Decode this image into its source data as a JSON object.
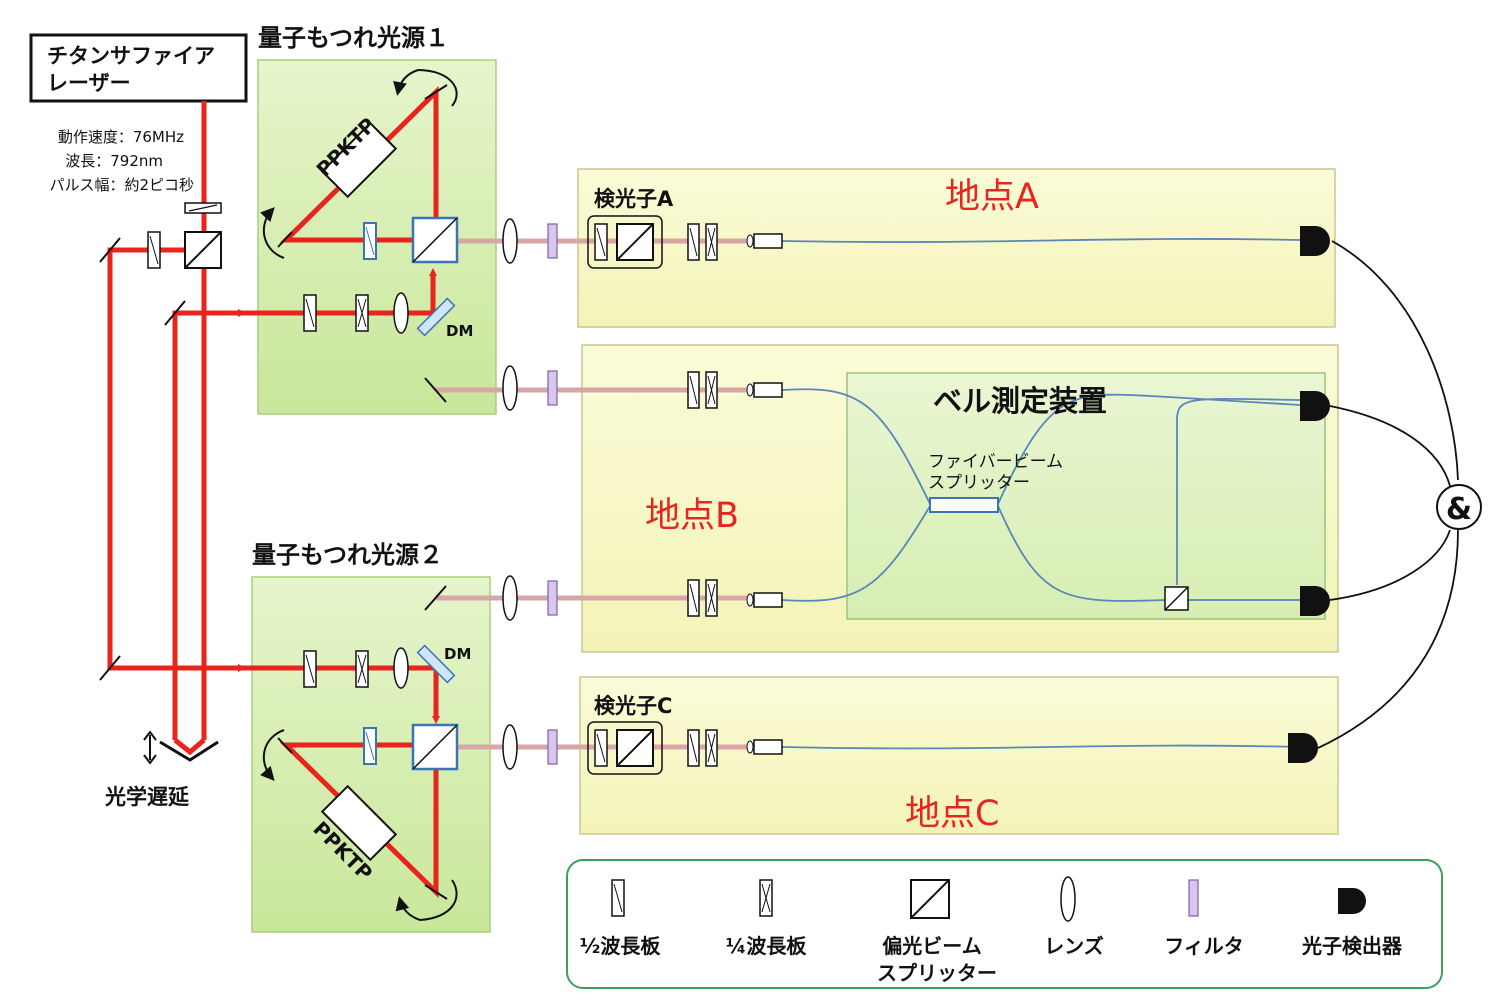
{
  "laser": {
    "name_line1": "チタンサファイア",
    "name_line2": "レーザー"
  },
  "laser_specs": [
    "動作速度：76MHz",
    "波長：792nm",
    "パルス幅：約2ピコ秒"
  ],
  "sources": {
    "source1": "量子もつれ光源１",
    "source2": "量子もつれ光源２"
  },
  "crystal_label": "PPKTP",
  "dm_label": "DM",
  "delay_label": "光学遅延",
  "analyzers": {
    "a": "検光子A",
    "c": "検光子C"
  },
  "locations": {
    "a": "地点A",
    "b": "地点B",
    "c": "地点C"
  },
  "bell": {
    "title": "ベル測定装置",
    "fbs_line1": "ファイバービーム",
    "fbs_line2": "スプリッター"
  },
  "coincidence": "&",
  "legend": [
    {
      "icon": "half-wave-plate-icon",
      "label": "½波長板"
    },
    {
      "icon": "quarter-wave-plate-icon",
      "label": "¼波長板"
    },
    {
      "icon": "polarizing-beam-splitter-icon",
      "label_line1": "偏光ビーム",
      "label_line2": "スプリッター"
    },
    {
      "icon": "lens-icon",
      "label": "レンズ"
    },
    {
      "icon": "filter-icon",
      "label": "フィルタ"
    },
    {
      "icon": "photon-detector-icon",
      "label": "光子検出器"
    }
  ],
  "colors": {
    "pump_beam": "#e8241c",
    "photon_beam": "#d9a6a6",
    "fiber": "#5b86b8",
    "source_box": "#d8efb2",
    "site_box": "#f8f8c8",
    "location_text": "#e8241c",
    "legend_border": "#3aa05a"
  }
}
